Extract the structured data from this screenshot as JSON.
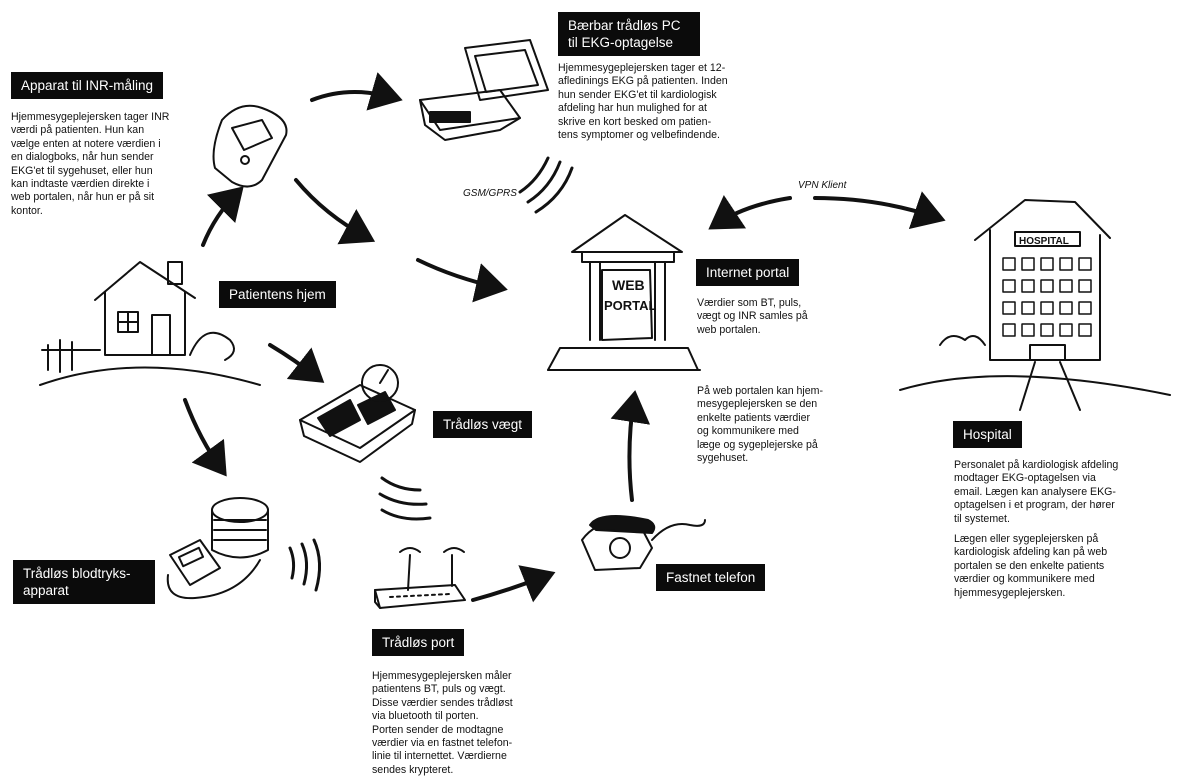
{
  "labels": {
    "inr": "Apparat til INR-måling",
    "pc": "Bærbar trådløs PC til EKG-optagelse",
    "home": "Patientens hjem",
    "portal": "Internet portal",
    "scale": "Trådløs vægt",
    "bp": "Trådløs blodtryks-apparat",
    "port": "Trådløs port",
    "phone": "Fastnet telefon",
    "hospital": "Hospital"
  },
  "texts": {
    "inr": "Hjemmesygeplejersken tager INR\nværdi på patienten. Hun kan\nvælge enten at notere værdien i\nen dialogboks, når hun sender\nEKG'et til sygehuset, eller hun\nkan indtaste værdien direkte i\nweb portalen, når hun er på sit\nkontor.",
    "pc": "Hjemmesygeplejersken tager et 12-\nafledinings EKG på patienten. Inden\nhun sender EKG'et til kardiologisk\nafdeling har hun mulighed for at\nskrive en kort besked om patien-\ntens symptomer og velbefindende.",
    "portal": "Værdier som BT, puls,\nvægt og INR samles på\nweb portalen.",
    "portal2": "På web portalen kan hjem-\nmesygeplejersken se den\nenkelte patients værdier\nog kommunikere med\nlæge og sygeplejerske på\nsygehuset.",
    "port": "Hjemmesygeplejersken måler\npatientens BT, puls og vægt.\nDisse værdier sendes trådløst\nvia bluetooth til porten.\nPorten sender de modtagne\nværdier via en fastnet telefon-\nlinie til internettet. Værdierne\nsendes krypteret.",
    "hospital1": "Personalet på kardiologisk afdeling\nmodtager EKG-optagelsen via\nemail. Lægen kan analysere EKG-\noptagelsen i et program, der hører\ntil systemet.",
    "hospital2": "Lægen eller sygeplejersken på\nkardiologisk afdeling kan på web\nportalen se den enkelte patients\nværdier og kommunikere med\nhjemmesygeplejersken."
  },
  "annotations": {
    "gsm": "GSM/GPRS",
    "vpn": "VPN Klient",
    "web_sign_1": "WEB",
    "web_sign_2": "PORTAL",
    "hospital_sign": "HOSPITAL"
  },
  "icons": [
    "inr-device-icon",
    "laptop-icon",
    "house-icon",
    "web-portal-icon",
    "scale-icon",
    "blood-pressure-icon",
    "wireless-port-icon",
    "telephone-icon",
    "hospital-icon"
  ]
}
